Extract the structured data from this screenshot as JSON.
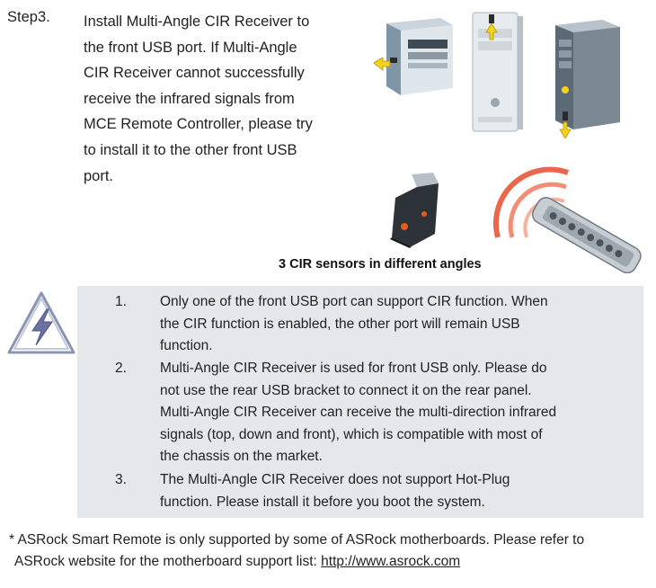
{
  "step": {
    "label": "Step3.",
    "lines": [
      "Install Multi-Angle CIR Receiver to",
      "the front USB port. If Multi-Angle",
      "CIR Receiver cannot successfully",
      "receive the infrared signals from",
      "MCE Remote Controller, please try",
      "to install it to the other front USB",
      "port."
    ]
  },
  "illustration": {
    "caption": "3 CIR sensors in different angles",
    "icons": [
      "desktop-pc-icon",
      "tower-pc-icon",
      "big-tower-pc-icon",
      "cir-receiver-icon",
      "remote-controller-icon"
    ],
    "arrow_color": "#f5d21a",
    "remote_waves_color": "#e8553a"
  },
  "notes": {
    "icon": "warning-lightning-icon",
    "box_color": "#e6e7e8",
    "items": [
      {
        "num": "1.",
        "lines": [
          "Only one of the front USB port can support CIR function. When",
          "the CIR function is enabled, the other port will remain USB",
          "function."
        ]
      },
      {
        "num": "2.",
        "lines": [
          "Multi-Angle CIR Receiver is used for front USB only. Please do",
          "not use the rear USB bracket to connect it on the rear panel.",
          "Multi-Angle CIR Receiver can receive the multi-direction infrared",
          "signals (top, down and front), which is compatible with most of",
          "the chassis on the market."
        ]
      },
      {
        "num": "3.",
        "lines": [
          "The Multi-Angle CIR Receiver does not support Hot-Plug",
          "function. Please install it before you boot the system."
        ]
      }
    ]
  },
  "footnote": {
    "line1": "* ASRock Smart Remote is only supported by some of ASRock motherboards. Please refer to",
    "line2_prefix": "ASRock website for the motherboard support list: ",
    "link_text": "http://www.asrock.com"
  }
}
